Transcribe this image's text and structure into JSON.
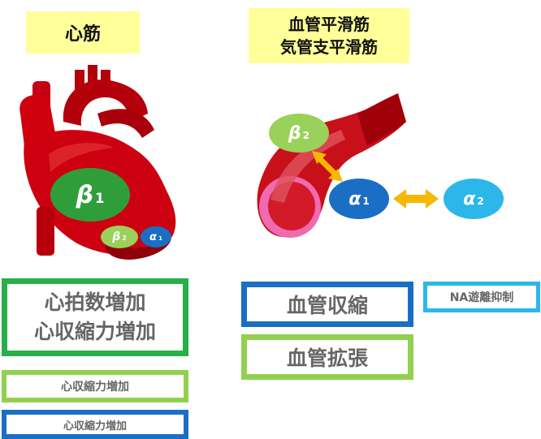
{
  "titles": {
    "heart": "心筋",
    "vessel_line1": "血管平滑筋",
    "vessel_line2": "気管支平滑筋"
  },
  "receptors": {
    "heart_beta1": {
      "symbol": "β",
      "sub": "1",
      "color": "#2f9e3a"
    },
    "heart_beta2": {
      "symbol": "β",
      "sub": "2",
      "color": "#9ad15a"
    },
    "heart_alpha1": {
      "symbol": "α",
      "sub": "1",
      "color": "#1a6fc4"
    },
    "vessel_beta2": {
      "symbol": "β",
      "sub": "2",
      "color": "#9ad15a"
    },
    "vessel_alpha1": {
      "symbol": "α",
      "sub": "1",
      "color": "#1a6fc4"
    },
    "vessel_alpha2": {
      "symbol": "α",
      "sub": "2",
      "color": "#2bb7ea"
    }
  },
  "effects": {
    "beta1_line1": "心拍数増加",
    "beta1_line2": "心収縮力増加",
    "beta2_heart": "心収縮力増加",
    "alpha1_heart": "心収縮力増加",
    "alpha1_vessel": "血管収縮",
    "beta2_vessel": "血管拡張",
    "alpha2": "NA遊離抑制"
  },
  "colors": {
    "green": "#27b04a",
    "light_green": "#92d050",
    "blue": "#1a6fc4",
    "cyan": "#2bb7ea",
    "heart_red": "#c8000a",
    "arrow_orange": "#f5b800",
    "title_bg": "#ffff99"
  }
}
